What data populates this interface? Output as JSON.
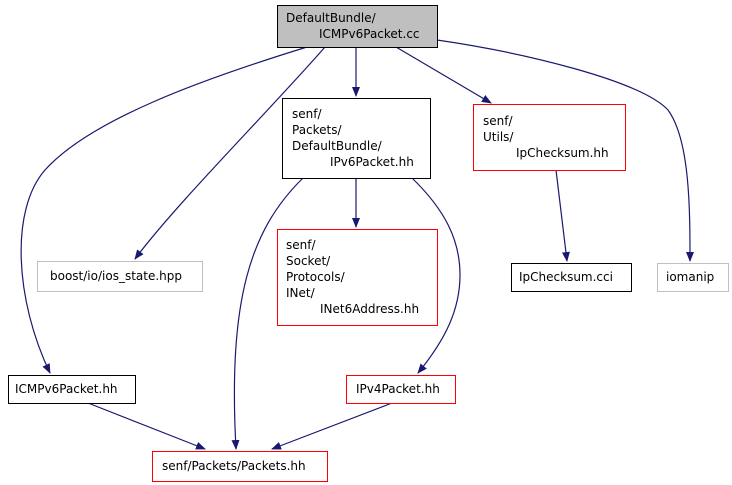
{
  "colors": {
    "root_fill": "#bfbfbf",
    "black_border": "#000000",
    "red_border": "#ff0000",
    "grey_border": "#bfbfbf",
    "edge": "#191970",
    "background": "#ffffff"
  },
  "nodes": [
    {
      "id": "root",
      "lines": [
        "DefaultBundle/",
        "ICMPv6Packet.cc"
      ],
      "style": "root"
    },
    {
      "id": "ipv6",
      "lines": [
        "senf/",
        "Packets/",
        "DefaultBundle/",
        "IPv6Packet.hh"
      ],
      "style": "black"
    },
    {
      "id": "ipchecksum_hh",
      "lines": [
        "senf/",
        "Utils/",
        "IpChecksum.hh"
      ],
      "style": "red"
    },
    {
      "id": "ios_state",
      "lines": [
        "boost/io/ios_state.hpp"
      ],
      "style": "grey"
    },
    {
      "id": "inet6",
      "lines": [
        "senf/",
        "Socket/",
        "Protocols/",
        "INet/",
        "INet6Address.hh"
      ],
      "style": "red"
    },
    {
      "id": "ipchecksum_cci",
      "lines": [
        "IpChecksum.cci"
      ],
      "style": "black"
    },
    {
      "id": "iomanip",
      "lines": [
        "iomanip"
      ],
      "style": "grey"
    },
    {
      "id": "icmpv6_hh",
      "lines": [
        "ICMPv6Packet.hh"
      ],
      "style": "black"
    },
    {
      "id": "ipv4",
      "lines": [
        "IPv4Packet.hh"
      ],
      "style": "red"
    },
    {
      "id": "packets",
      "lines": [
        "senf/Packets/Packets.hh"
      ],
      "style": "red"
    }
  ],
  "edges": [
    {
      "from": "root",
      "to": "ipv6"
    },
    {
      "from": "root",
      "to": "ipchecksum_hh"
    },
    {
      "from": "root",
      "to": "ios_state"
    },
    {
      "from": "root",
      "to": "iomanip"
    },
    {
      "from": "root",
      "to": "icmpv6_hh"
    },
    {
      "from": "ipv6",
      "to": "inet6"
    },
    {
      "from": "ipv6",
      "to": "ipv4"
    },
    {
      "from": "ipv6",
      "to": "packets"
    },
    {
      "from": "ipchecksum_hh",
      "to": "ipchecksum_cci"
    },
    {
      "from": "icmpv6_hh",
      "to": "packets"
    },
    {
      "from": "ipv4",
      "to": "packets"
    }
  ]
}
